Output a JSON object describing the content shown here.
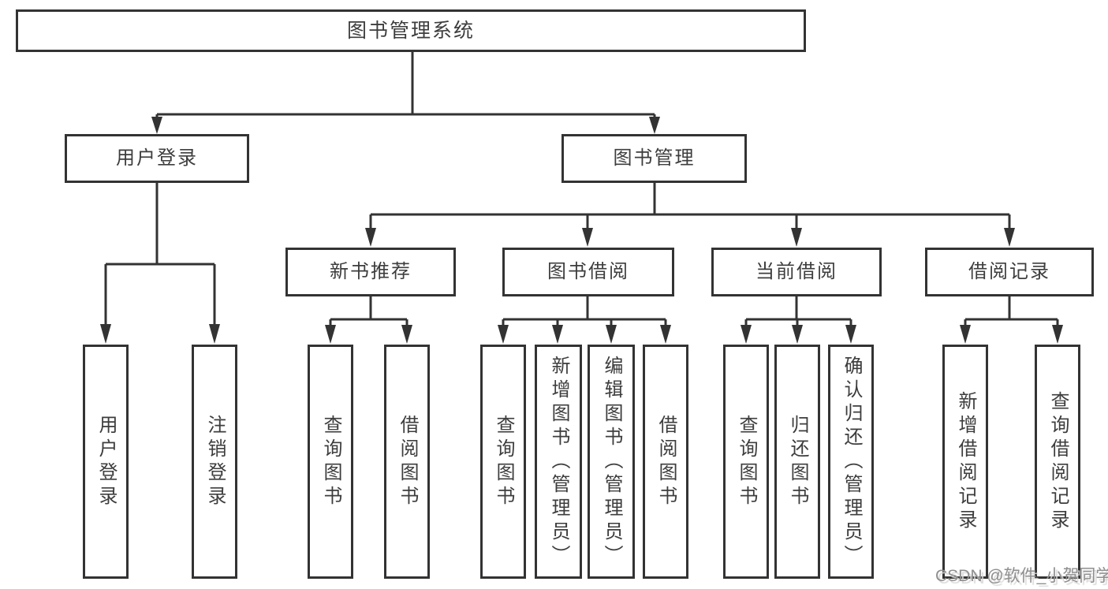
{
  "diagram": {
    "root": {
      "label": "图书管理系统"
    },
    "branches": [
      {
        "label": "用户登录",
        "children": [
          {
            "label": "用户登录"
          },
          {
            "label": "注销登录"
          }
        ]
      },
      {
        "label": "图书管理",
        "children": [
          {
            "label": "新书推荐",
            "children": [
              {
                "label": "查询图书"
              },
              {
                "label": "借阅图书"
              }
            ]
          },
          {
            "label": "图书借阅",
            "children": [
              {
                "label": "查询图书"
              },
              {
                "label": "新增图书（管理员）"
              },
              {
                "label": "编辑图书（管理员）"
              },
              {
                "label": "借阅图书"
              }
            ]
          },
          {
            "label": "当前借阅",
            "children": [
              {
                "label": "查询图书"
              },
              {
                "label": "归还图书"
              },
              {
                "label": "确认归还（管理员）"
              }
            ]
          },
          {
            "label": "借阅记录",
            "children": [
              {
                "label": "新增借阅记录"
              },
              {
                "label": "查询借阅记录"
              }
            ]
          }
        ]
      }
    ]
  },
  "watermark": {
    "text": "CSDN @软件_小贺同学"
  },
  "colors": {
    "line": "#333333",
    "text": "#3d3d3d",
    "watermark": "#8f8f8f",
    "background": "#ffffff"
  }
}
